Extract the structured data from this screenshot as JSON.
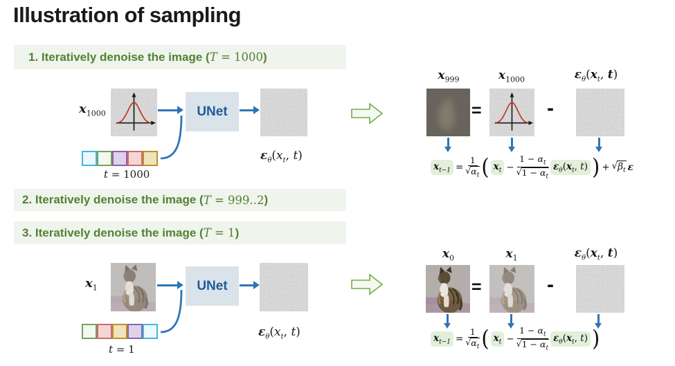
{
  "title": "Illustration of sampling",
  "steps": [
    {
      "label": "1. Iteratively denoise the image (",
      "T": "T",
      "val": " = 1000",
      "close": ")"
    },
    {
      "label": "2. Iteratively denoise the image (",
      "T": "T",
      "val": " = 999..2",
      "close": ")"
    },
    {
      "label": "3. Iteratively denoise the image (",
      "T": "T",
      "val": " = 1",
      "close": ")"
    }
  ],
  "unet": "UNet",
  "labels": {
    "x": "x",
    "s1000": "1000",
    "s999": "999",
    "s1": "1",
    "s0": "0"
  },
  "timesteps": {
    "var": "t",
    "val1": " = 1000",
    "val2": " = 1"
  },
  "ops": {
    "eqs": "=",
    "minus": "-"
  },
  "eq": {
    "x": "x",
    "sub_prev": "t−1",
    "eqs": "=",
    "one": "1",
    "sqrt": "√",
    "alpha": "α",
    "sub_t": "t",
    "minus": "−",
    "one_minus": "1 − ",
    "lp": "(",
    "rp": ")",
    "eps": "ε",
    "theta": "θ",
    "comma": ", ",
    "t": "t",
    "plus": "+",
    "beta": "β"
  },
  "timestep_cells_1": [
    {
      "border": "#45b6dd",
      "fill": "#ecf8fc"
    },
    {
      "border": "#71a35f",
      "fill": "#f4f8f1"
    },
    {
      "border": "#8a63a8",
      "fill": "#ded2ea"
    },
    {
      "border": "#cf6a6f",
      "fill": "#f5d6d6"
    },
    {
      "border": "#bd9027",
      "fill": "#f0e2ba"
    }
  ],
  "timestep_cells_2": [
    {
      "border": "#71a35f",
      "fill": "#f4f8f1"
    },
    {
      "border": "#cf6a6f",
      "fill": "#f5d6d6"
    },
    {
      "border": "#bd9027",
      "fill": "#f0e2ba"
    },
    {
      "border": "#8a63a8",
      "fill": "#ded2ea"
    },
    {
      "border": "#45b6dd",
      "fill": "#ecf8fc"
    }
  ],
  "colors": {
    "blue": "#2e75b6",
    "green_text": "#538135",
    "green_bg": "#eff4ec",
    "chip": "#e2efda",
    "unet_bg": "#dbe3ea",
    "unet_text": "#1f5c99",
    "holl": "#70ad47",
    "red": "#c0392b"
  }
}
